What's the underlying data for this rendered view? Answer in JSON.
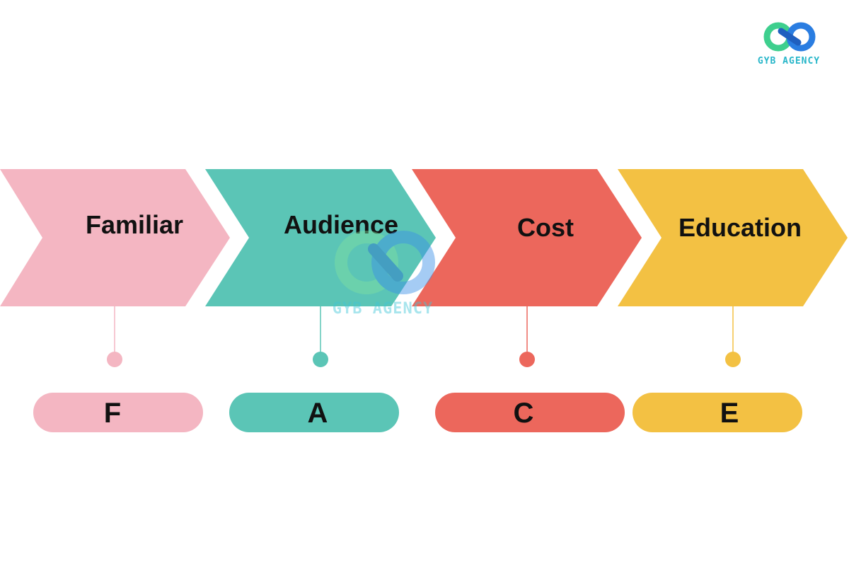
{
  "brand": {
    "name": "GYB AGENCY",
    "colors": {
      "green": "#3ecf8e",
      "blue": "#2a7de1",
      "text": "#27b6c9"
    }
  },
  "watermark": {
    "name": "GYB AGENCY"
  },
  "stages": [
    {
      "label": "Familiar",
      "letter": "F",
      "color": "#f4b6c2"
    },
    {
      "label": "Audience",
      "letter": "A",
      "color": "#5bc5b6"
    },
    {
      "label": "Cost",
      "letter": "C",
      "color": "#ec675c"
    },
    {
      "label": "Education",
      "letter": "E",
      "color": "#f3c143"
    }
  ]
}
